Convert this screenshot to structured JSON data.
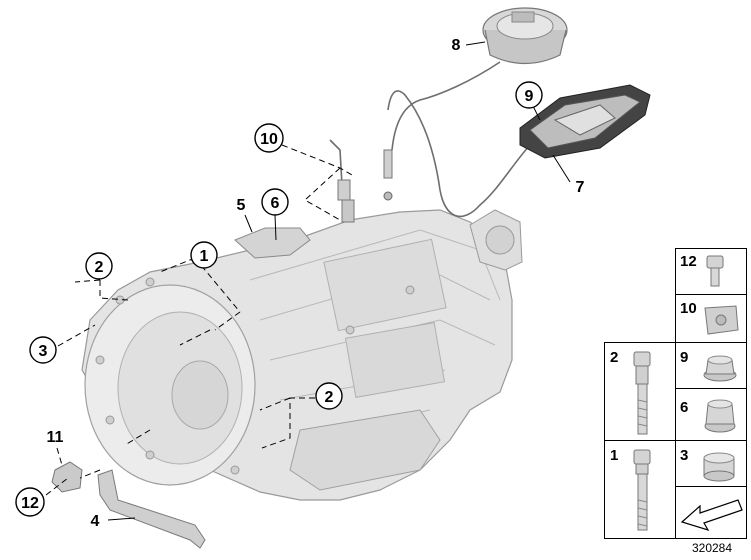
{
  "diagram": {
    "document_id": "320284",
    "callouts": {
      "c1": "1",
      "c2a": "2",
      "c2b": "2",
      "c3": "3",
      "c4": "4",
      "c5": "5",
      "c6": "6",
      "c7": "7",
      "c8": "8",
      "c9": "9",
      "c10": "10",
      "c11": "11",
      "c12": "12"
    },
    "legend": {
      "cells": {
        "l12": "12",
        "l10": "10",
        "l2": "2",
        "l9": "9",
        "l6": "6",
        "l1": "1",
        "l3": "3"
      }
    }
  }
}
